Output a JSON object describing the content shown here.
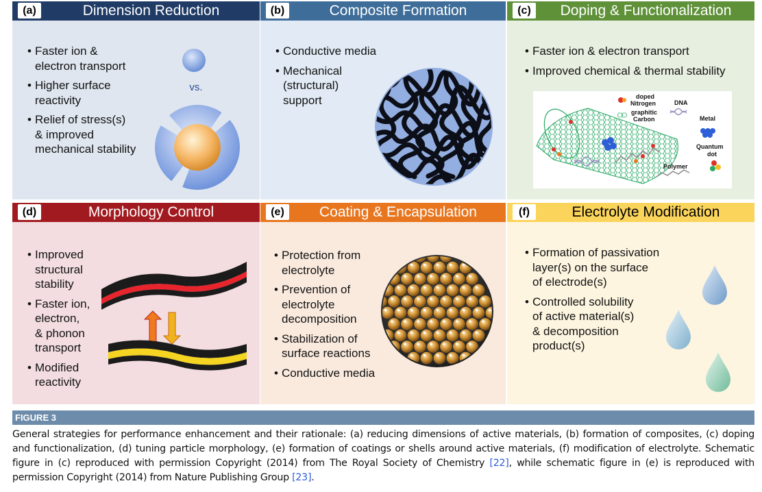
{
  "panels": {
    "a": {
      "tag": "(a)",
      "title": "Dimension Reduction",
      "bullets": [
        [
          "Faster ion &",
          "electron transport"
        ],
        [
          "Higher surface",
          "reactivity"
        ],
        [
          "Relief of stress(s)",
          "& improved",
          "mechanical stability"
        ]
      ],
      "vs": "vs."
    },
    "b": {
      "tag": "(b)",
      "title": "Composite Formation",
      "bullets": [
        [
          "Conductive media"
        ],
        [
          "Mechanical",
          "(structural)",
          "support"
        ]
      ]
    },
    "c": {
      "tag": "(c)",
      "title": "Doping & Functionalization",
      "bullets": [
        [
          "Faster ion & electron transport"
        ],
        [
          "Improved chemical  & thermal stability"
        ]
      ],
      "labels": {
        "doped": "doped",
        "nitrogen": "Nitrogen",
        "graphitic": "graphitic",
        "carbon": "Carbon",
        "dna": "DNA",
        "metal": "Metal",
        "quantum": "Quantum",
        "dot": "dot",
        "polymer": "Polymer"
      }
    },
    "d": {
      "tag": "(d)",
      "title": "Morphology Control",
      "bullets": [
        [
          "Improved",
          "structural",
          "stability"
        ],
        [
          "Faster ion,",
          "electron,",
          "& phonon",
          "transport"
        ],
        [
          "Modified",
          "reactivity"
        ]
      ]
    },
    "e": {
      "tag": "(e)",
      "title": "Coating & Encapsulation",
      "bullets": [
        [
          "Protection from",
          "electrolyte"
        ],
        [
          "Prevention of",
          "electrolyte",
          "decomposition"
        ],
        [
          "Stabilization of",
          "surface reactions"
        ],
        [
          "Conductive media"
        ]
      ]
    },
    "f": {
      "tag": "(f)",
      "title": "Electrolyte Modification",
      "bullets": [
        [
          "Formation of passivation",
          "layer(s) on the surface",
          "of electrode(s)"
        ],
        [
          "Controlled solubility",
          "of active material(s)",
          "& decomposition",
          "product(s)"
        ]
      ]
    }
  },
  "figure": {
    "label": "FIGURE 3",
    "caption_pre": "General strategies for performance enhancement and their rationale: (a) reducing dimensions of active materials, (b) formation of composites, (c) doping and functionalization, (d) tuning particle morphology, (e) formation of coatings or shells around active materials, (f) modification of electrolyte. Schematic figure in (c) reproduced with permission Copyright (2014) from The Royal Society of Chemistry ",
    "ref1": "[22]",
    "caption_mid": ", while schematic figure in (e) is reproduced with permission Copyright (2014) from Nature Publishing Group ",
    "ref2": "[23]",
    "caption_post": "."
  },
  "colors": {
    "a": "#1f3b66",
    "b": "#3e6d99",
    "c": "#5f9139",
    "d": "#a11a1f",
    "e": "#e8761f",
    "f": "#fbd55b",
    "figure_bar": "#6d8cab",
    "link": "#2a5bd7"
  }
}
